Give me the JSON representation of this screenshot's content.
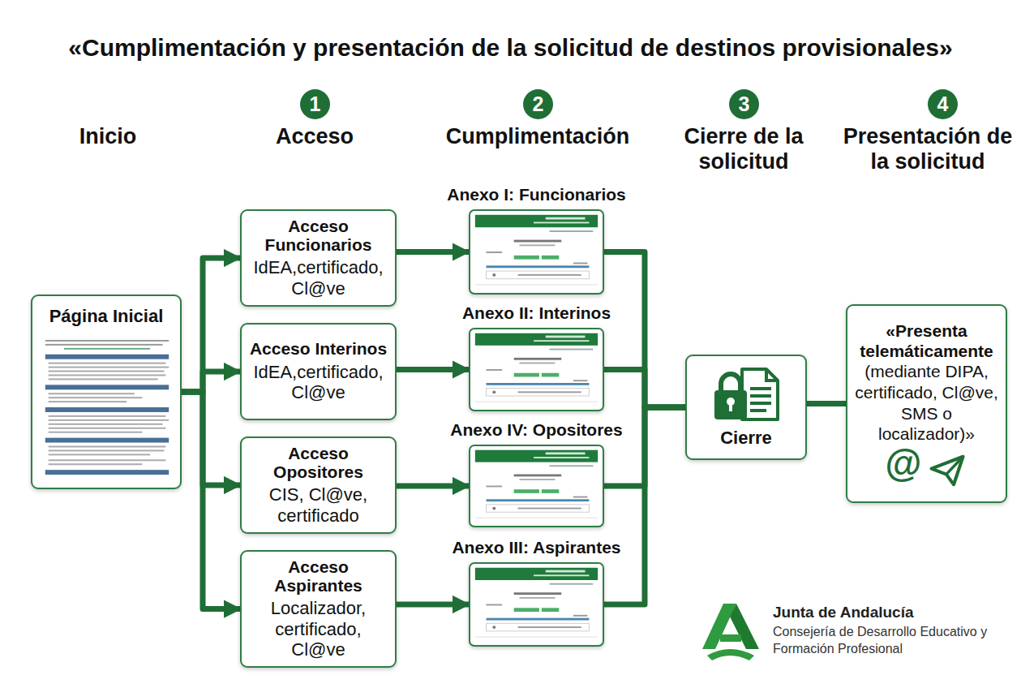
{
  "diagram": {
    "title": "«Cumplimentación y presentación de la solicitud de destinos provisionales»",
    "nodes": [
      {
        "text": [
          "1"
        ]
      },
      {
        "text": [
          "2"
        ]
      },
      {
        "text": [
          "3"
        ]
      },
      {
        "text": [
          "4"
        ]
      },
      {
        "text": [
          "Página Inicial"
        ]
      },
      {
        "text": [
          "Acceso Funcionarios",
          "IdEA,certificado, Cl@ve"
        ]
      },
      {
        "text": [
          "Acceso Interinos",
          "IdEA,certificado, Cl@ve"
        ]
      },
      {
        "text": [
          "Acceso Opositores",
          "CIS, Cl@ve, certificado"
        ]
      },
      {
        "text": [
          "Acceso Aspirantes",
          "Localizador, certificado, Cl@ve"
        ]
      },
      {
        "text": [
          "Anexo I: Funcionarios"
        ]
      },
      {
        "text": [
          "Anexo II: Interinos"
        ]
      },
      {
        "text": [
          "Anexo IV: Opositores"
        ]
      },
      {
        "text": [
          "Anexo III: Aspirantes"
        ]
      },
      {
        "text": [
          "Cierre"
        ]
      },
      {
        "text": [
          "«Presenta telemáticamente",
          "(mediante DIPA, certificado, Cl@ve, SMS o localizador)»"
        ]
      }
    ],
    "edges": [
      {
        "from": 4,
        "to": 5,
        "arrow": "to"
      },
      {
        "from": 4,
        "to": 6,
        "arrow": "to"
      },
      {
        "from": 4,
        "to": 7,
        "arrow": "to"
      },
      {
        "from": 4,
        "to": 8,
        "arrow": "to"
      },
      {
        "from": 5,
        "to": 9,
        "arrow": "to"
      },
      {
        "from": 6,
        "to": 10,
        "arrow": "to"
      },
      {
        "from": 7,
        "to": 11,
        "arrow": "to"
      },
      {
        "from": 8,
        "to": 12,
        "arrow": "to"
      },
      {
        "from": 9,
        "to": 13,
        "arrow": "none"
      },
      {
        "from": 10,
        "to": 13,
        "arrow": "none"
      },
      {
        "from": 11,
        "to": 13,
        "arrow": "none"
      },
      {
        "from": 12,
        "to": 13,
        "arrow": "none"
      },
      {
        "from": 13,
        "to": 14,
        "arrow": "none"
      }
    ],
    "labels": [
      "Inicio",
      "Acceso",
      "Cumplimentación",
      "Cierre de la solicitud",
      "Presentación de la solicitud",
      "@",
      "Junta de Andalucía",
      "Consejería de Desarrollo Educativo y Formación Profesional"
    ]
  }
}
